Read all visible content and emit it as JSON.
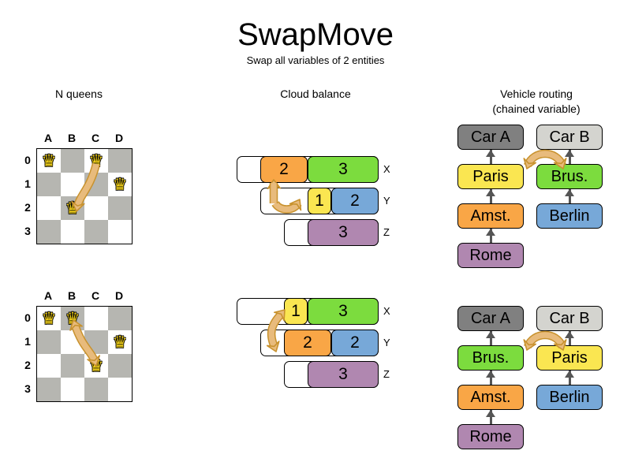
{
  "header": {
    "title": "SwapMove",
    "subtitle": "Swap all variables of 2 entities"
  },
  "columns": [
    {
      "id": "nqueens",
      "title": "N queens"
    },
    {
      "id": "cloudbalance",
      "title": "Cloud balance"
    },
    {
      "id": "vehiclerouting",
      "title": "Vehicle routing\n(chained variable)",
      "title_line1": "Vehicle routing",
      "title_line2": "(chained variable)"
    }
  ],
  "colors": {
    "orange": "#f9a646",
    "green": "#7cdc3e",
    "yellow": "#fae651",
    "blue": "#77a8d8",
    "purple": "#b087b0",
    "gray_dark": "#808080",
    "gray_light": "#d4d4cf",
    "board_dark": "#b6b6b1",
    "board_light": "#ffffff",
    "arrow_fill": "#e8bb7c",
    "arrow_stroke": "#c8922e",
    "queen": "#f5d319",
    "line": "#555555"
  },
  "nqueens": {
    "files": [
      "A",
      "B",
      "C",
      "D"
    ],
    "ranks": [
      "0",
      "1",
      "2",
      "3"
    ],
    "queen_icon": "♛",
    "boards": [
      {
        "name": "before",
        "queens": [
          {
            "file": 0,
            "rank": 0
          },
          {
            "file": 2,
            "rank": 0
          },
          {
            "file": 3,
            "rank": 1
          },
          {
            "file": 1,
            "rank": 2
          }
        ],
        "move": {
          "from_file": 2,
          "from_rank": 0,
          "to_file": 1,
          "to_rank": 2,
          "double": false
        }
      },
      {
        "name": "after",
        "queens": [
          {
            "file": 0,
            "rank": 0
          },
          {
            "file": 1,
            "rank": 0
          },
          {
            "file": 3,
            "rank": 1
          },
          {
            "file": 2,
            "rank": 2
          }
        ],
        "move": {
          "from_file": 1,
          "from_rank": 0,
          "to_file": 2,
          "to_rank": 2,
          "double": true
        }
      }
    ]
  },
  "cloudbalance": {
    "rows_labels": [
      "X",
      "Y",
      "Z"
    ],
    "before": [
      {
        "label": "X",
        "indent": 0,
        "segments": [
          {
            "value": "2",
            "color": "#f9a646",
            "width": 60
          },
          {
            "value": "3",
            "color": "#7cdc3e",
            "width": 90
          }
        ]
      },
      {
        "label": "Y",
        "indent": 30,
        "segments": [
          {
            "value": "1",
            "color": "#fae651",
            "width": 30
          },
          {
            "value": "2",
            "color": "#77a8d8",
            "width": 60
          }
        ]
      },
      {
        "label": "Z",
        "indent": 60,
        "segments": [
          {
            "value": "3",
            "color": "#b087b0",
            "width": 90
          }
        ]
      }
    ],
    "after": [
      {
        "label": "X",
        "indent": 0,
        "segments": [
          {
            "value": "1",
            "color": "#fae651",
            "width": 30
          },
          {
            "value": "3",
            "color": "#7cdc3e",
            "width": 90
          }
        ]
      },
      {
        "label": "Y",
        "indent": 30,
        "segments": [
          {
            "value": "2",
            "color": "#f9a646",
            "width": 60
          },
          {
            "value": "2",
            "color": "#77a8d8",
            "width": 60
          }
        ]
      },
      {
        "label": "Z",
        "indent": 60,
        "segments": [
          {
            "value": "3",
            "color": "#b087b0",
            "width": 90
          }
        ]
      }
    ]
  },
  "vehiclerouting": {
    "before": {
      "chains": [
        {
          "vehicle": "Car A",
          "vehicle_color": "#808080",
          "stops": [
            {
              "label": "Paris",
              "color": "#fae651"
            },
            {
              "label": "Amst.",
              "color": "#f9a646"
            },
            {
              "label": "Rome",
              "color": "#b087b0"
            }
          ]
        },
        {
          "vehicle": "Car B",
          "vehicle_color": "#d4d4cf",
          "stops": [
            {
              "label": "Brus.",
              "color": "#7cdc3e"
            },
            {
              "label": "Berlin",
              "color": "#77a8d8"
            }
          ]
        }
      ]
    },
    "after": {
      "chains": [
        {
          "vehicle": "Car A",
          "vehicle_color": "#808080",
          "stops": [
            {
              "label": "Brus.",
              "color": "#7cdc3e"
            },
            {
              "label": "Amst.",
              "color": "#f9a646"
            },
            {
              "label": "Rome",
              "color": "#b087b0"
            }
          ]
        },
        {
          "vehicle": "Car B",
          "vehicle_color": "#d4d4cf",
          "stops": [
            {
              "label": "Paris",
              "color": "#fae651"
            },
            {
              "label": "Berlin",
              "color": "#77a8d8"
            }
          ]
        }
      ]
    }
  }
}
